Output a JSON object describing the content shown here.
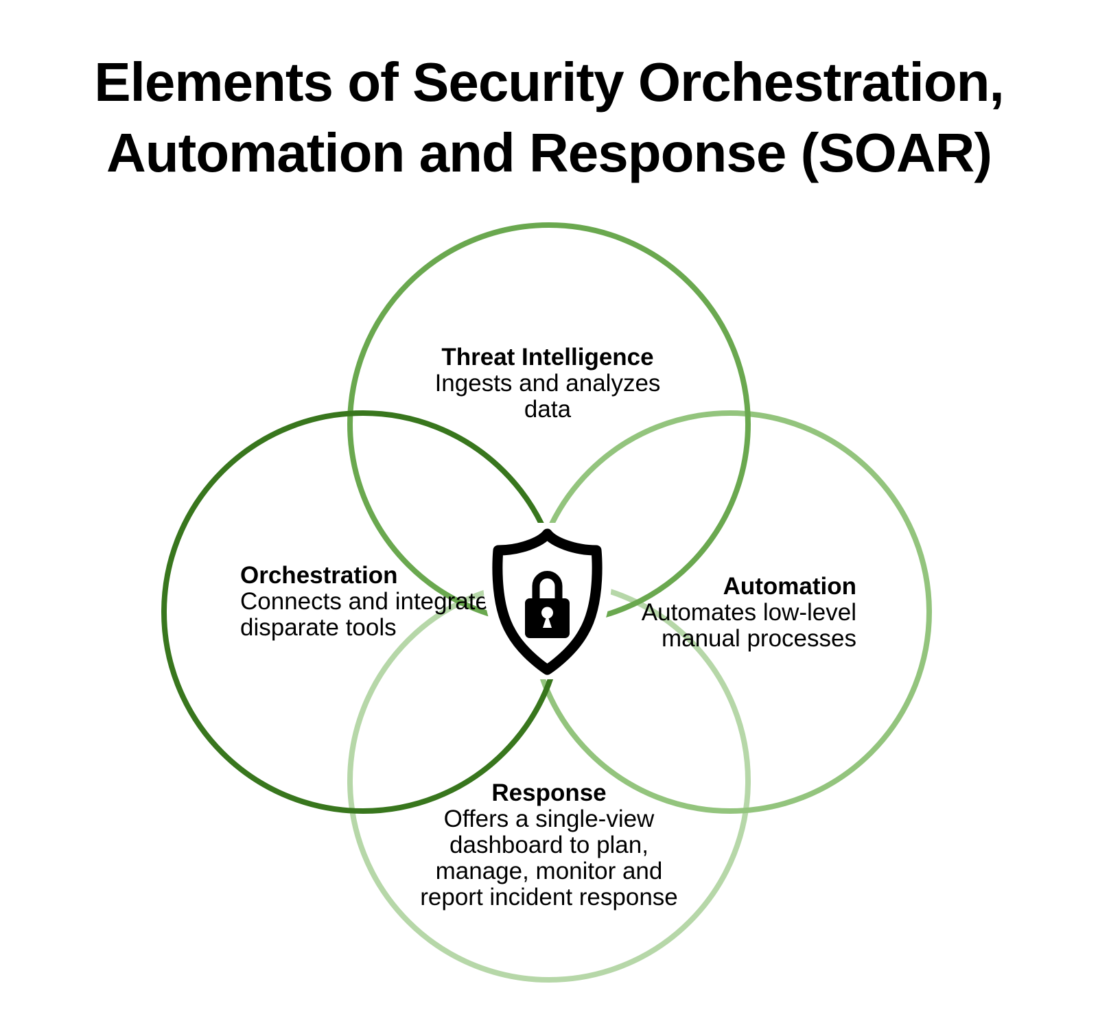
{
  "title": {
    "lines": [
      "Elements of Security Orchestration,",
      "Automation and Response (SOAR)"
    ]
  },
  "venn": {
    "top": {
      "label": "Threat Intelligence",
      "lines": [
        "Ingests and analyzes",
        "data"
      ],
      "color": "#6aa84f"
    },
    "left": {
      "label": "Orchestration",
      "lines": [
        "Connects and integrates",
        "disparate tools"
      ],
      "color": "#38761d"
    },
    "right": {
      "label": "Automation",
      "lines": [
        "Automates low-level",
        "manual processes"
      ],
      "color": "#93c47d"
    },
    "bottom": {
      "label": "Response",
      "lines": [
        "Offers a single-view",
        "dashboard to plan,",
        "manage, monitor and",
        "report incident response"
      ],
      "color": "#b6d7a8"
    }
  },
  "center_icon": {
    "name": "shield-lock",
    "color": "#000000"
  }
}
